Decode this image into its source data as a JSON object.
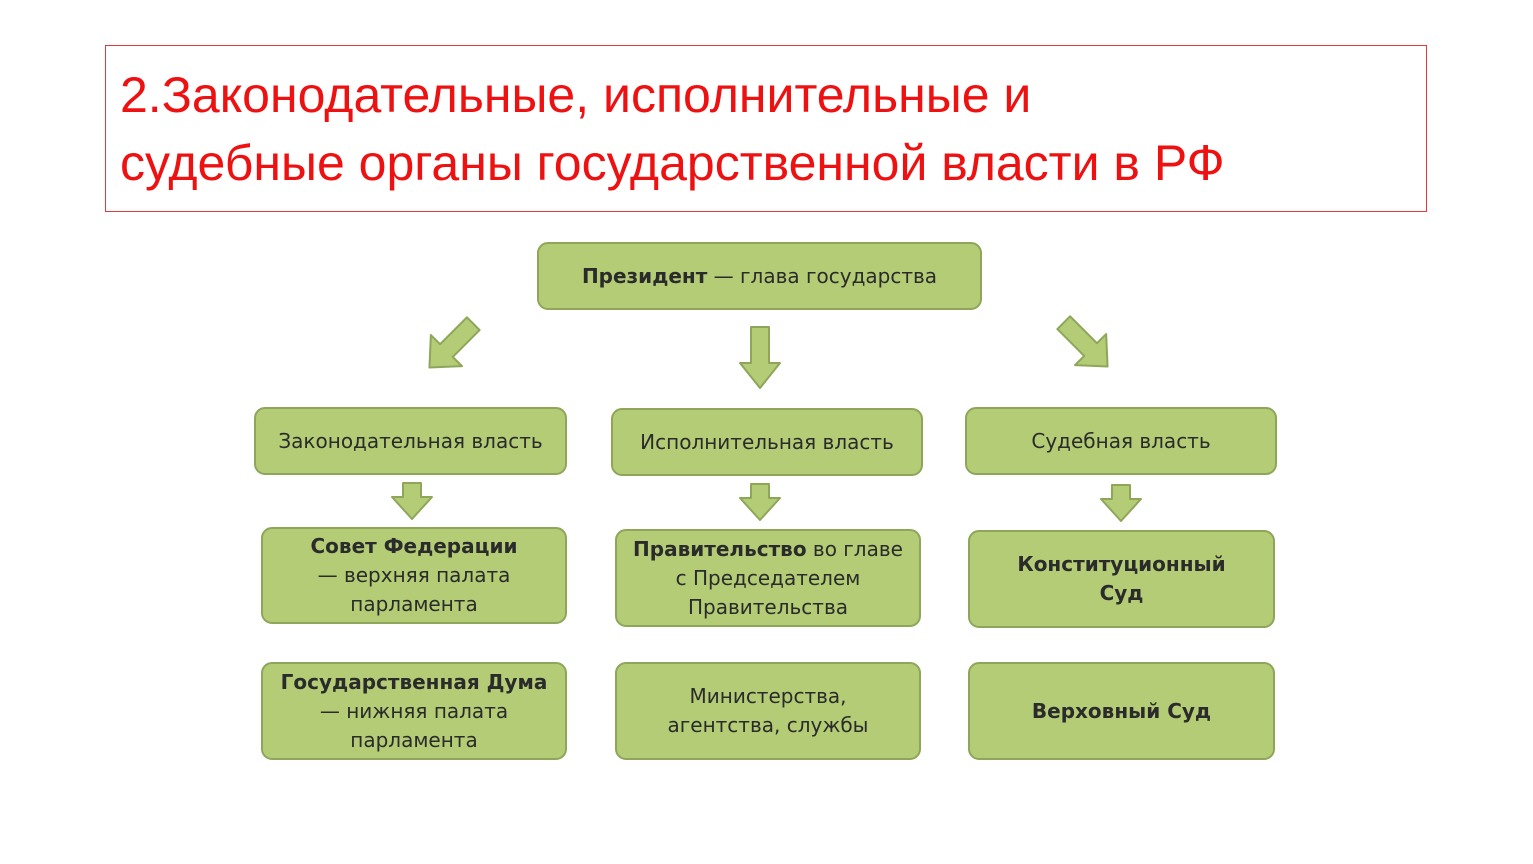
{
  "title": {
    "line1": "2.Законодательные, исполнительные и",
    "line2": "судебные органы государственной власти в РФ"
  },
  "president": {
    "bold": "Президент",
    "rest": " — глава государства"
  },
  "branches": {
    "legislative": "Законодательная власть",
    "executive": "Исполнительная власть",
    "judicial": "Судебная власть"
  },
  "legislative_bodies": {
    "federation_council": {
      "bold": "Совет Федерации",
      "rest": " — верхняя палата парламента"
    },
    "state_duma": {
      "bold": "Государственная Дума",
      "rest": " — нижняя палата парламента"
    }
  },
  "executive_bodies": {
    "government": {
      "bold": "Правительство",
      "rest": " во главе с Председателем Правительства"
    },
    "ministries": "Министерства, агентства, службы"
  },
  "judicial_bodies": {
    "constitutional_court": "Конституционный Суд",
    "supreme_court": "Верховный Суд"
  },
  "colors": {
    "title_red": "#ee1111",
    "box_fill": "#b3cc75",
    "box_border": "#8ea65a",
    "text": "#2b2b2b"
  }
}
